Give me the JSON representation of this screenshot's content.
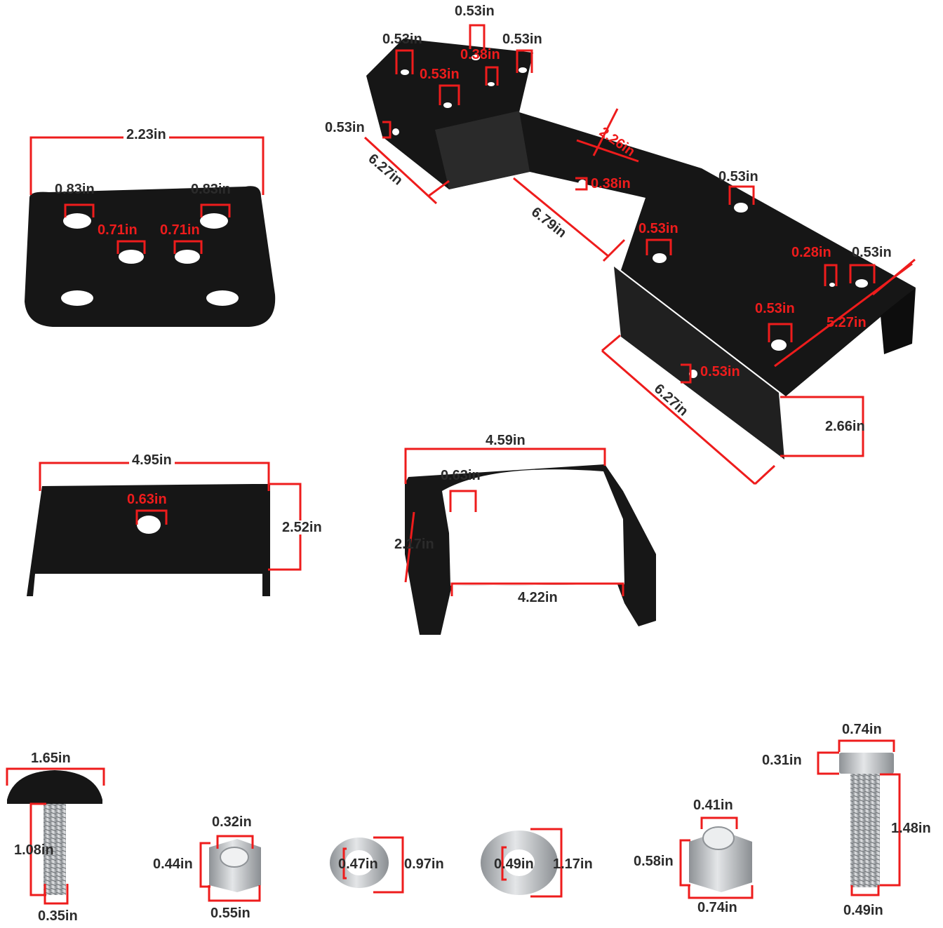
{
  "colors": {
    "dimension": "#ee1c1c",
    "part": "#141414",
    "metal": "#b9bcbf",
    "text": "#2b2b2b"
  },
  "parts": {
    "long_bracket": {
      "top_hole_a": "0.53in",
      "top_hole_b": "0.53in",
      "top_hole_c": "0.53in",
      "top_hole_small": "0.38in",
      "top_hole_d": "0.53in",
      "side_hole_left": "0.53in",
      "left_width": "6.27in",
      "step_height": "2.26in",
      "mid_length": "6.79in",
      "mid_small_hole": "0.38in",
      "mid_hole": "0.53in",
      "lower_hole": "0.53in",
      "right_small_hole": "0.28in",
      "right_hole": "0.53in",
      "right_lower_hole": "0.53in",
      "right_end_width": "5.27in",
      "right_side_hole": "0.53in",
      "right_width": "6.27in",
      "right_height": "2.66in"
    },
    "flat_plate": {
      "width": "2.23in",
      "hole_left": "0.83in",
      "hole_right": "0.83in",
      "center_hole_left": "0.71in",
      "center_hole_right": "0.71in"
    },
    "u_plate": {
      "width": "4.95in",
      "hole": "0.63in",
      "height": "2.52in"
    },
    "saddle": {
      "width": "4.59in",
      "hole": "0.63in",
      "height": "2.17in",
      "inner_width": "4.22in"
    },
    "carriage_bolt": {
      "head": "1.65in",
      "length": "1.08in",
      "diameter": "0.35in"
    },
    "small_nut": {
      "inner": "0.32in",
      "height": "0.44in",
      "width": "0.55in"
    },
    "small_washer": {
      "inner": "0.47in",
      "outer": "0.97in"
    },
    "large_washer": {
      "inner": "0.49in",
      "outer": "1.17in"
    },
    "large_nut": {
      "inner": "0.41in",
      "height": "0.58in",
      "width": "0.74in"
    },
    "hex_bolt": {
      "head": "0.74in",
      "head_height": "0.31in",
      "length": "1.48in",
      "diameter": "0.49in"
    }
  }
}
